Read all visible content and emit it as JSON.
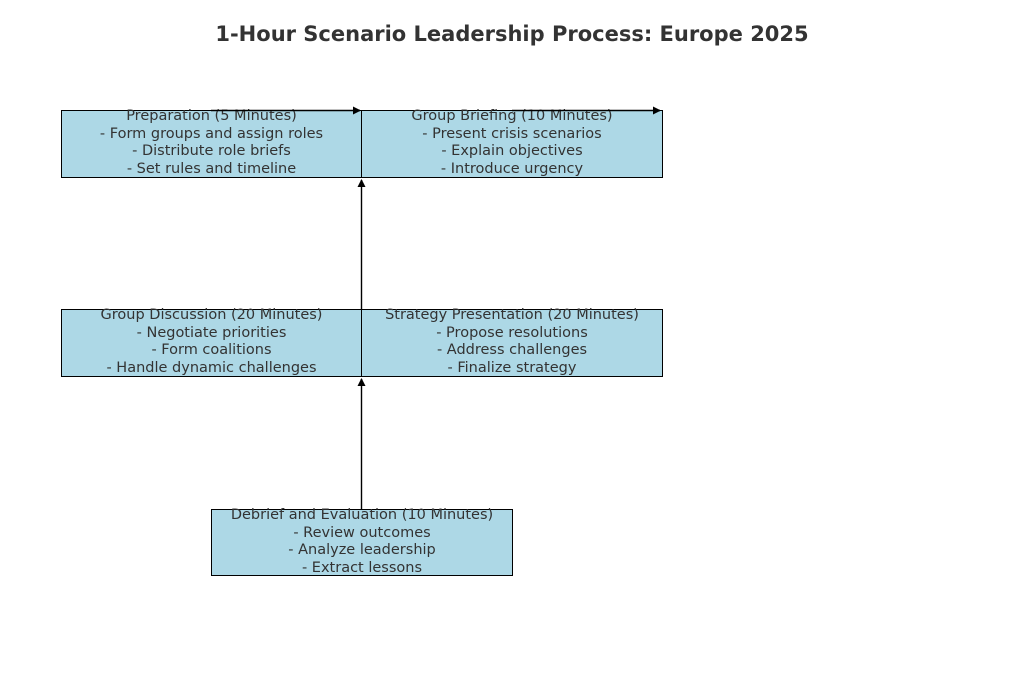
{
  "title": "1-Hour Scenario Leadership Process: Europe 2025",
  "colors": {
    "box_fill": "#add8e6",
    "box_border": "#000000",
    "text": "#333333",
    "arrow": "#000000"
  },
  "steps": [
    {
      "heading": "Preparation (5 Minutes)",
      "items": [
        "- Form groups and assign roles",
        "- Distribute role briefs",
        "- Set rules and timeline"
      ]
    },
    {
      "heading": "Group Briefing (10 Minutes)",
      "items": [
        "- Present crisis scenarios",
        "- Explain objectives",
        "- Introduce urgency"
      ]
    },
    {
      "heading": "Group Discussion (20 Minutes)",
      "items": [
        "- Negotiate priorities",
        "- Form coalitions",
        "- Handle dynamic challenges"
      ]
    },
    {
      "heading": "Strategy Presentation (20 Minutes)",
      "items": [
        "- Propose resolutions",
        "- Address challenges",
        "- Finalize strategy"
      ]
    },
    {
      "heading": "Debrief and Evaluation (10 Minutes)",
      "items": [
        "- Review outcomes",
        "- Analyze leadership",
        "- Extract lessons"
      ]
    }
  ]
}
